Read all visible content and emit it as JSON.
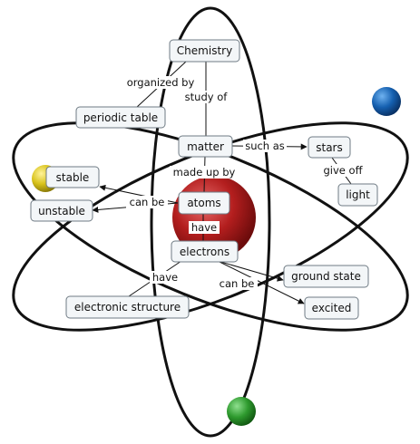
{
  "nodes": {
    "chemistry": "Chemistry",
    "periodic_table": "periodic table",
    "matter": "matter",
    "stars": "stars",
    "light": "light",
    "stable": "stable",
    "unstable": "unstable",
    "atoms": "atoms",
    "electrons": "electrons",
    "ground_state": "ground state",
    "excited": "excited",
    "electronic_structure": "electronic structure"
  },
  "links": {
    "organized_by": "organized by",
    "study_of": "study of",
    "such_as": "such as",
    "give_off": "give off",
    "made_up_by": "made up by",
    "can_be_atoms": "can be",
    "have_atoms": "have",
    "have_electrons": "have",
    "can_be_electrons": "can be"
  },
  "colors": {
    "nucleus": "#b31e1e",
    "electron_blue": "#1560b0",
    "electron_yellow": "#d8c21a",
    "electron_green": "#2e9a2e",
    "node_fill": "#f3f6f8",
    "node_border": "#6f7b84"
  }
}
